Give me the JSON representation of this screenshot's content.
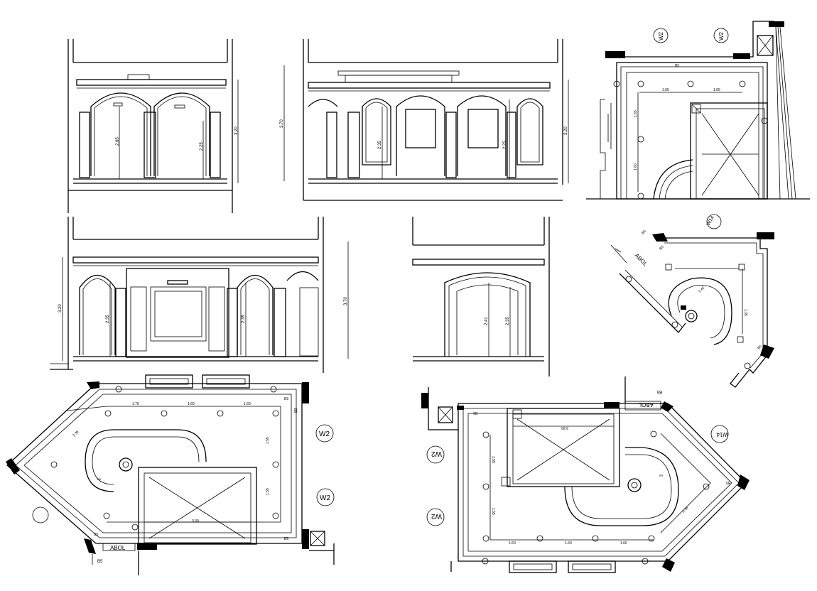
{
  "elevations": {
    "e1": {
      "heights": [
        "2.85",
        "2.25"
      ],
      "overall": "3.20"
    },
    "e2": {
      "overall_left": "3.70",
      "heights": [
        "2.35",
        "2.25"
      ],
      "overall_right": "3.20"
    },
    "e3": {
      "overall": "3.20",
      "heights": [
        "2.35",
        "2.35"
      ],
      "overall_right": "3.70"
    },
    "e4": {
      "heights": [
        "2.41",
        "2.35"
      ]
    }
  },
  "plan_top_right": {
    "tags": [
      "W2",
      "W2"
    ],
    "mark": "B5",
    "dims": [
      "1.65",
      "1.65",
      "1.65",
      "1.60"
    ]
  },
  "plan_rotated": {
    "tag": "W14",
    "code": "ABOL",
    "marks": [
      "B5",
      "B5",
      "B5"
    ],
    "dims": [
      "1.35",
      "2.42"
    ]
  },
  "plan_bottom_left": {
    "tags": [
      "W2",
      "W2"
    ],
    "code": "ABOL",
    "marks": [
      "B5",
      "B5",
      "B5",
      "B5",
      "B5"
    ],
    "dims_top": [
      "1.70",
      "1.60",
      "1.60"
    ],
    "dims_side": [
      "1.55",
      "1.55"
    ],
    "dim_diag": "2.36",
    "dim_box": "3.30",
    "fixture_label": "R5"
  },
  "plan_bottom_right": {
    "tags": [
      "W2",
      "W2",
      "W14"
    ],
    "code": "ABOL",
    "marks": [
      "B5",
      "B5",
      "B5"
    ],
    "dims_bottom": [
      "1.60",
      "1.60",
      "1.60"
    ],
    "dims_side": [
      "1.55",
      "1.55"
    ],
    "dim_diag": "2.36",
    "dim_box": "3.30",
    "fixture_label": "R5"
  }
}
